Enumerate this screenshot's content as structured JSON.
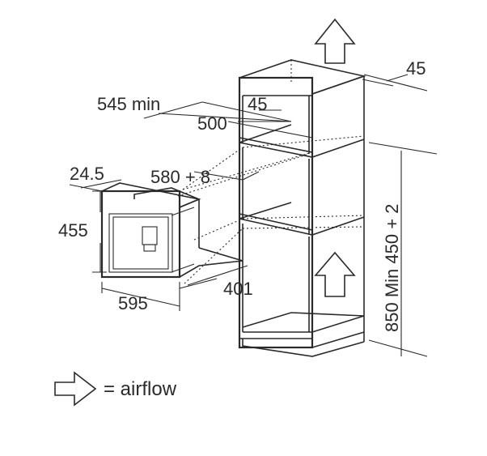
{
  "dimensions": {
    "top_right": "45",
    "min_depth": "545 min",
    "inner_offset": "45",
    "depth": "500",
    "niche_width": "580 + 8",
    "front_offset": "24.5",
    "appliance_height": "455",
    "appliance_width": "595",
    "appliance_depth": "401",
    "niche_height_right": "850 Min 450 + 2"
  },
  "legend": {
    "text": "= airflow"
  },
  "icons": {
    "airflow": "outline-arrow-icon"
  }
}
